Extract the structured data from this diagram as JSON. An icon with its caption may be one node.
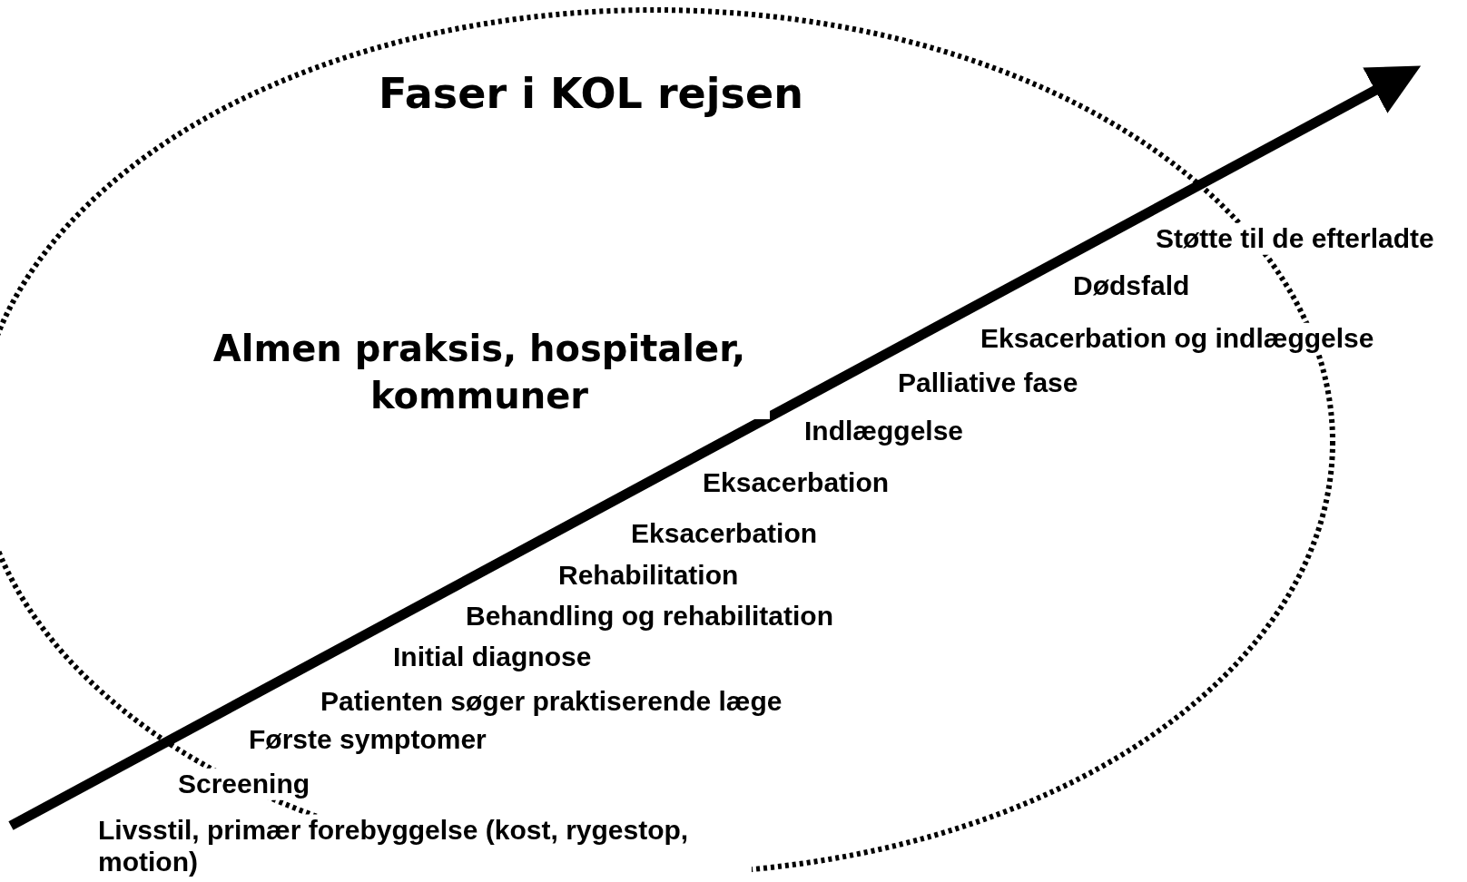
{
  "diagram": {
    "title": "Faser i KOL rejsen",
    "labels": [
      "Støtte til de efterladte",
      "Dødsfald",
      "Eksacerbation og indlæggelse",
      "Almen praksis, hospitaler, kommuner",
      "Palliative fase",
      "Indlæggelse",
      "Eksacerbation",
      "Eksacerbation",
      "Rehabilitation",
      "Behandling og rehabilitation",
      "Initial diagnose",
      "Patienten søger praktiserende læge",
      "Første symptomer",
      "Screening",
      "Livsstil, primær forebyggelse (kost, rygestop, motion)"
    ]
  }
}
